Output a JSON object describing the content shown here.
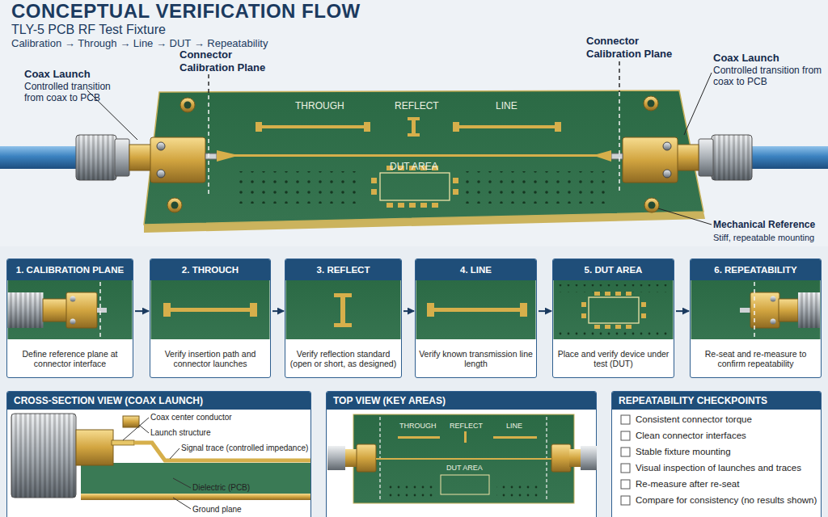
{
  "diagram": {
    "title": "CONCEPTUAL VERIFICATION FLOW",
    "nodes": [
      {
        "text": [
          "1. CALIBRATION PLANE",
          "Define reference plane at connector interface"
        ]
      },
      {
        "text": [
          "2. THROUCH",
          "Verify insertion path and connector launches"
        ]
      },
      {
        "text": [
          "3. REFLECT",
          "Verify reflection standard (open or short, as designed)"
        ]
      },
      {
        "text": [
          "4. LINE",
          "Verify known transmission line length"
        ]
      },
      {
        "text": [
          "5. DUT AREA",
          "Place and verify device under test (DUT)"
        ]
      },
      {
        "text": [
          "6. REPEATABILITY",
          "Re-seat and re-measure to confirm repeatability"
        ]
      },
      {
        "text": [
          "CROSS-SECTION VIEW (COAX LAUNCH)"
        ]
      },
      {
        "text": [
          "TOP VIEW (KEY AREAS)"
        ]
      },
      {
        "text": [
          "REPEATABILITY CHECKPOINTS"
        ]
      }
    ],
    "edges": [
      {
        "from": 0,
        "to": 1,
        "arrow": "to"
      },
      {
        "from": 1,
        "to": 2,
        "arrow": "to"
      },
      {
        "from": 2,
        "to": 3,
        "arrow": "to"
      },
      {
        "from": 3,
        "to": 4,
        "arrow": "to"
      },
      {
        "from": 4,
        "to": 5,
        "arrow": "to"
      }
    ],
    "labels": [
      "TLY-5 PCB RF Test Fixture",
      "Calibration → Through → Line → DUT → Repeatability",
      "Coax Launch",
      "Controlled transition from coax to PCB",
      "Connector Calibration Plane",
      "THROUGH",
      "REFLECT",
      "LINE",
      "DUT AREA",
      "Connector Calibration Plane",
      "Coax Launch",
      "Controlled transition from coax to PCB",
      "Mechanical Reference",
      "Stiff, repeatable mounting",
      "Coax center conductor",
      "Launch structure",
      "Signal trace (controlled impedance)",
      "Dielectric (PCB)",
      "Ground plane",
      "THROUGH",
      "REFLECT",
      "LINE",
      "DUT AREA",
      "Consistent connector torque",
      "Clean connector interfaces",
      "Stable fixture mounting",
      "Visual inspection of launches and traces",
      "Re-measure after re-seat",
      "Compare for consistency (no results shown)"
    ]
  }
}
